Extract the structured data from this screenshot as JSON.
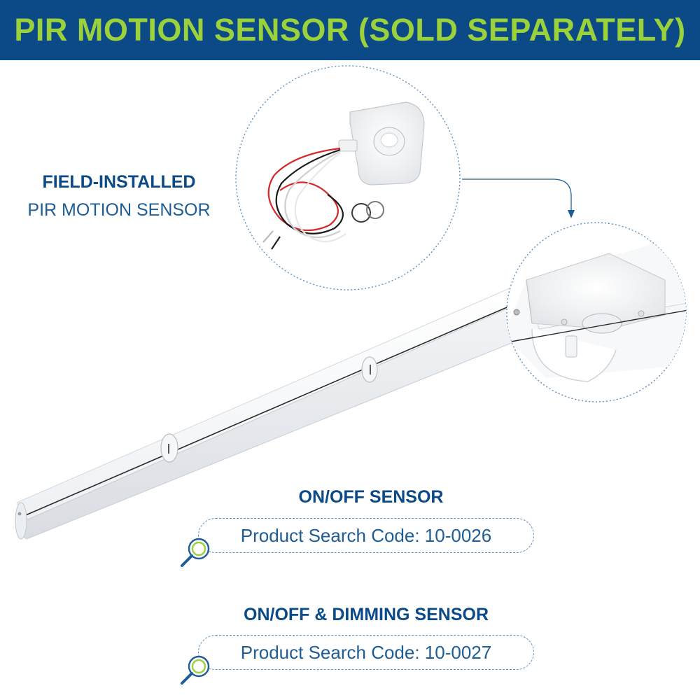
{
  "banner": {
    "title": "PIR MOTION SENSOR (SOLD SEPARATELY)",
    "background": "#0b4a86",
    "text_color": "#9bd23c"
  },
  "callout": {
    "label_bold": "FIELD-INSTALLED",
    "label_regular": "PIR MOTION SENSOR"
  },
  "sensors": [
    {
      "name": "ON/OFF SENSOR",
      "code_text": "Product Search Code: 10-0026",
      "icon": "magnifier-icon"
    },
    {
      "name": "ON/OFF & DIMMING SENSOR",
      "code_text": "Product Search Code: 10-0027",
      "icon": "magnifier-icon"
    }
  ],
  "colors": {
    "brand_blue": "#0b4a86",
    "accent_green": "#9bd23c",
    "dotted_line": "#5c8fbf"
  }
}
